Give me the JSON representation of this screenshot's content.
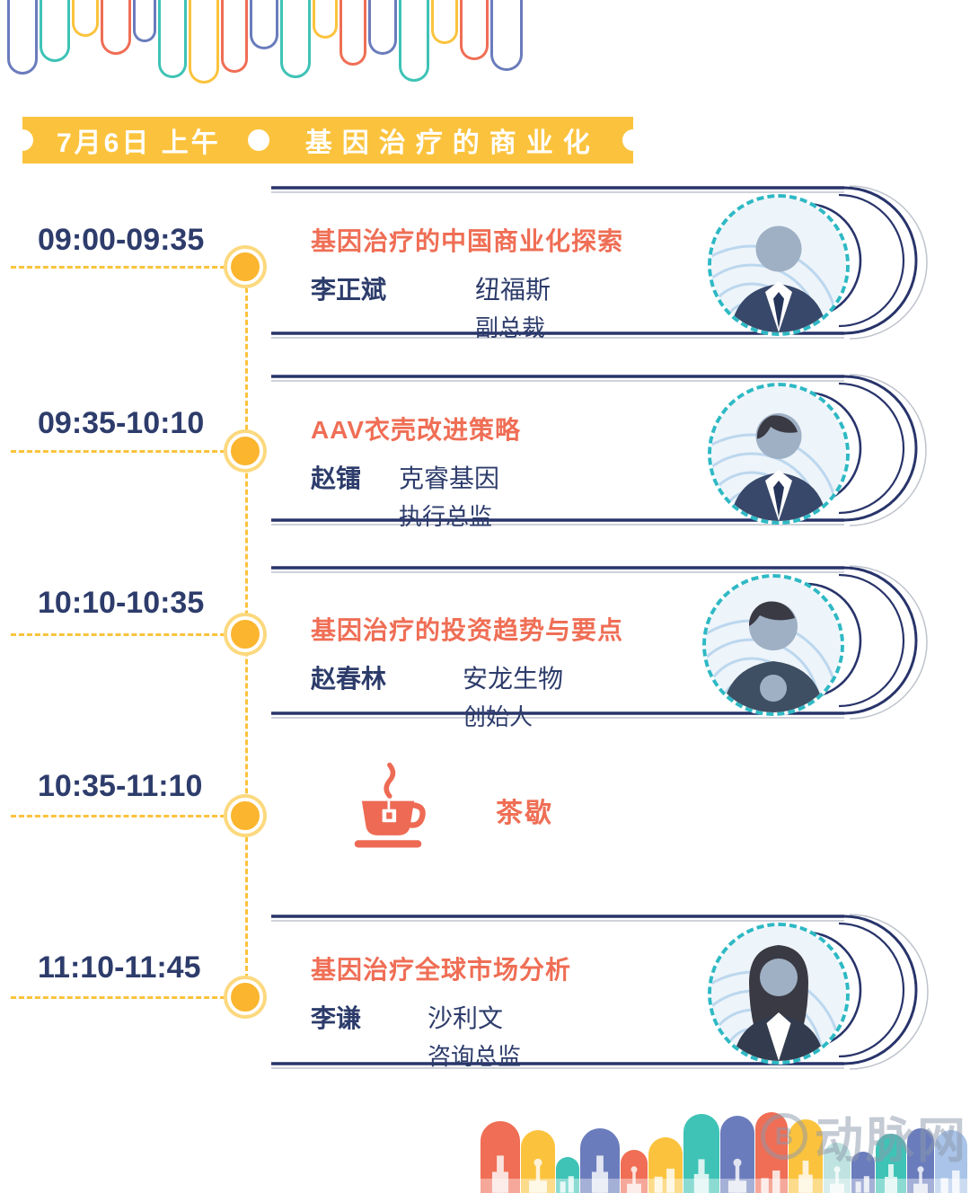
{
  "header": {
    "date": "7月6日 上午",
    "title": "基因治疗的商业化"
  },
  "sessions": [
    {
      "time": "09:00-09:35",
      "title": "基因治疗的中国商业化探索",
      "speaker": "李正斌",
      "company": "纽福斯",
      "position": "副总裁"
    },
    {
      "time": "09:35-10:10",
      "title": "AAV衣壳改进策略",
      "speaker": "赵镭",
      "company": "克睿基因",
      "position": "执行总监"
    },
    {
      "time": "10:10-10:35",
      "title": "基因治疗的投资趋势与要点",
      "speaker": "赵春林",
      "company": "安龙生物",
      "position": "创始人"
    },
    {
      "time": "10:35-11:10",
      "title": "茶歇"
    },
    {
      "time": "11:10-11:45",
      "title": "基因治疗全球市场分析",
      "speaker": "李谦",
      "company": "沙利文",
      "position": "咨询总监"
    }
  ],
  "watermark": {
    "logo": "B",
    "text": "动脉网"
  },
  "colors": {
    "yellow": "#FBC33D",
    "navy": "#2D3C6B",
    "coral": "#EF6E55",
    "teal": "#3EC3B6",
    "slate": "#6A7CBC",
    "arc_navy": "#28346A",
    "line_shadow": "#BFC3CC",
    "avatar_ring": "#2EB9C4",
    "ice": "#BFE3E0",
    "light_blue": "#A9C4E8"
  }
}
